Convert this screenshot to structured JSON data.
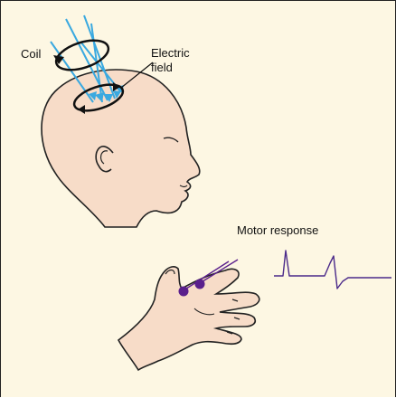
{
  "labels": {
    "coil": "Coil",
    "electric_field_line1": "Electric",
    "electric_field_line2": "field",
    "motor_response": "Motor response"
  },
  "colors": {
    "background": "#fdf7e3",
    "skin": "#f7dcc8",
    "outline": "#222222",
    "magnetic_field": "#3aa9e0",
    "electrode": "#5a1f8c",
    "trace": "#4b2a8a"
  }
}
